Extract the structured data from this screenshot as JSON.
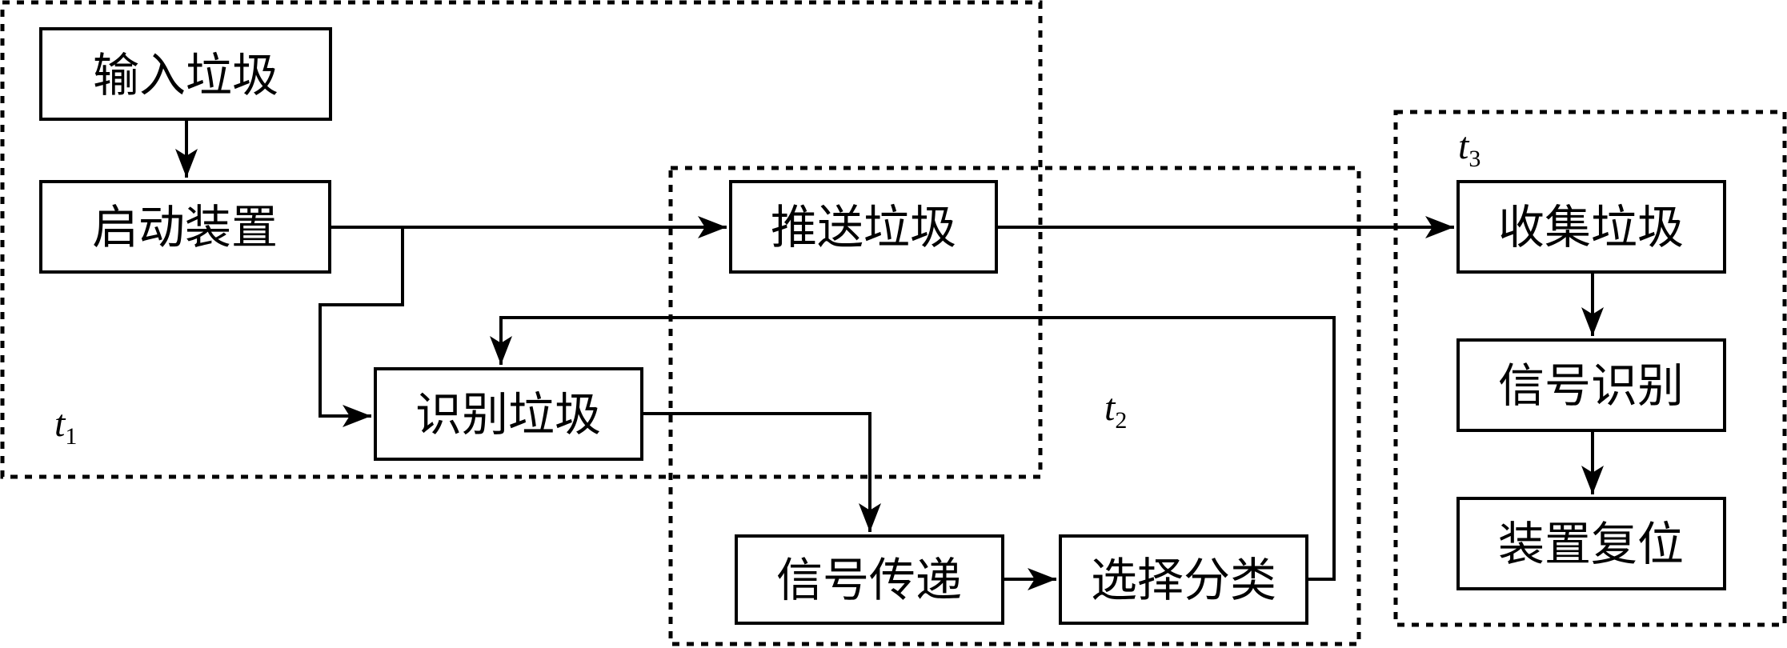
{
  "boxes": {
    "input_garbage": "输入垃圾",
    "start_device": "启动装置",
    "push_garbage": "推送垃圾",
    "identify_garbage": "识别垃圾",
    "signal_transfer": "信号传递",
    "select_classify": "选择分类",
    "collect_garbage": "收集垃圾",
    "signal_identify": "信号识别",
    "device_reset": "装置复位"
  },
  "regions": {
    "t1": {
      "letter": "t",
      "sub": "1"
    },
    "t2": {
      "letter": "t",
      "sub": "2"
    },
    "t3": {
      "letter": "t",
      "sub": "3"
    }
  }
}
